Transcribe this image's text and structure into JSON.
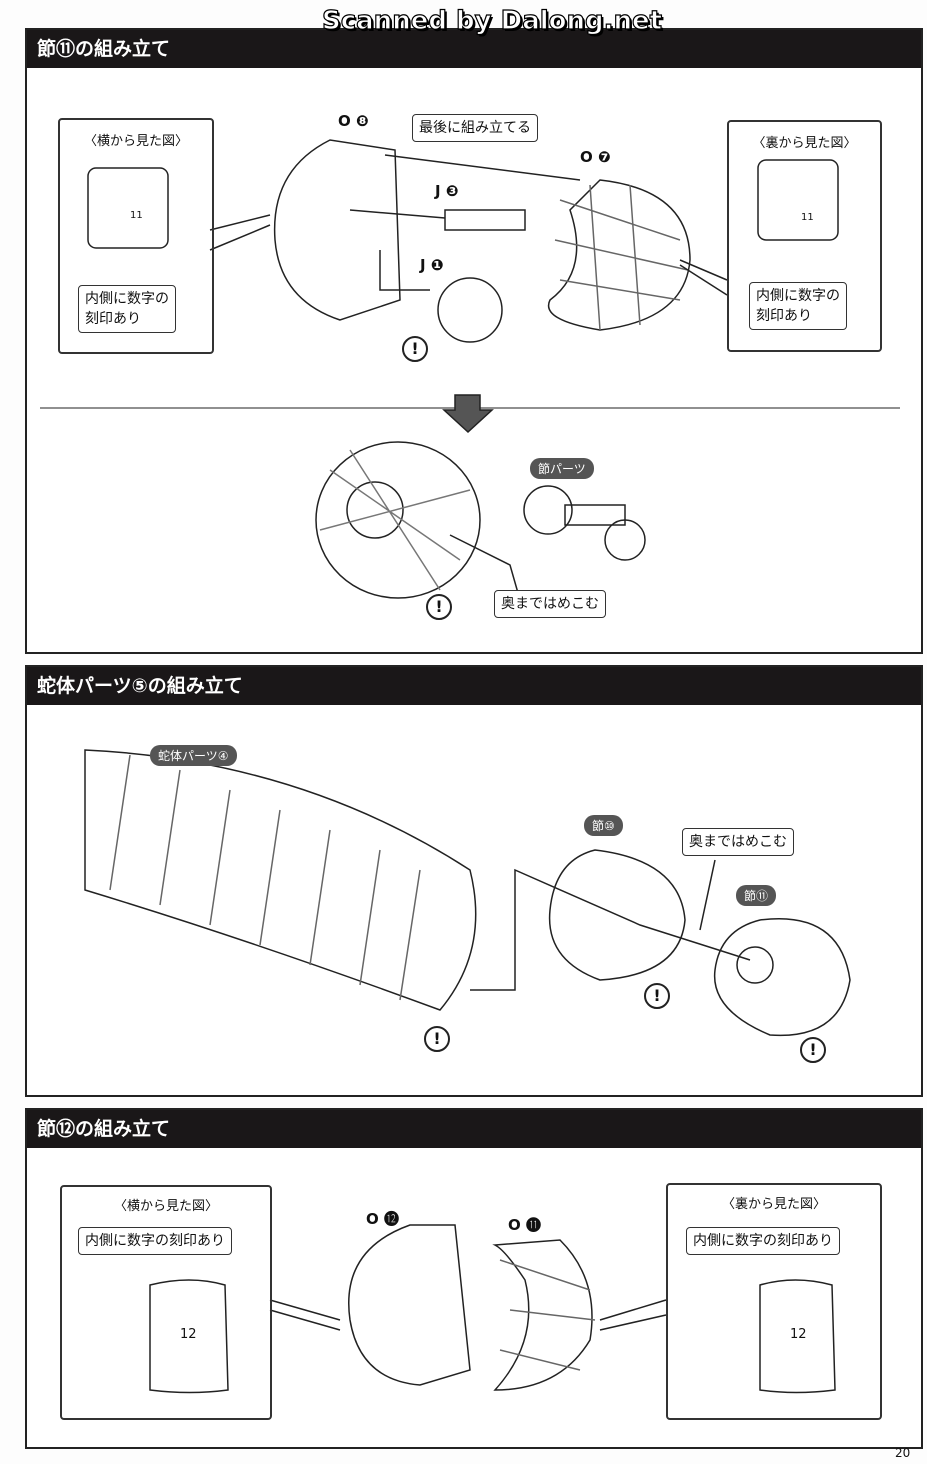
{
  "watermark": "Scanned by Dalong.net",
  "page_number": "20",
  "sec1": {
    "title": "節⑪の組み立て",
    "side_caption": "〈横から見た図〉",
    "side_note": "内側に数字の\n刻印あり",
    "side_mark": "11",
    "back_caption": "〈裏から見た図〉",
    "back_note": "内側に数字の\n刻印あり",
    "back_mark": "11",
    "o8": "O ❽",
    "last_note": "最後に組み立てる",
    "j3": "J ❸",
    "o7": "O ❼",
    "j1": "J ❶",
    "joint_part": "節パーツ",
    "push_note": "奥まではめこむ",
    "warn": "!"
  },
  "sec2": {
    "title": "蛇体パーツ⑤の組み立て",
    "body4": "蛇体パーツ④",
    "joint10": "節⑩",
    "push_note": "奥まではめこむ",
    "joint11": "節⑪",
    "warn": "!"
  },
  "sec3": {
    "title": "節⑫の組み立て",
    "side_caption": "〈横から見た図〉",
    "side_note": "内側に数字の刻印あり",
    "side_mark": "12",
    "back_caption": "〈裏から見た図〉",
    "back_note": "内側に数字の刻印あり",
    "back_mark": "12",
    "o12": "O ⓬",
    "o11": "O ⓫"
  }
}
